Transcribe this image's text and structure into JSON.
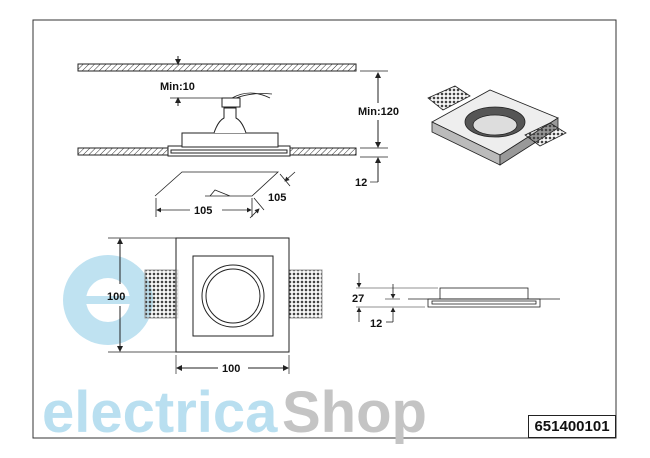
{
  "drawing": {
    "labels": {
      "min_clearance": "Min:10",
      "min_depth": "Min:120",
      "flange_thickness_top": "12",
      "cutout_width": "105",
      "cutout_depth": "105",
      "front_height": "100",
      "front_width": "100",
      "side_height": "27",
      "side_flange": "12"
    },
    "product_code": "651400101",
    "watermark": {
      "part1": "electrica",
      "part2": "Shop"
    }
  },
  "colors": {
    "line": "#222222",
    "watermark_blue": "#b9dff0",
    "watermark_gray": "#c4c4c4"
  }
}
